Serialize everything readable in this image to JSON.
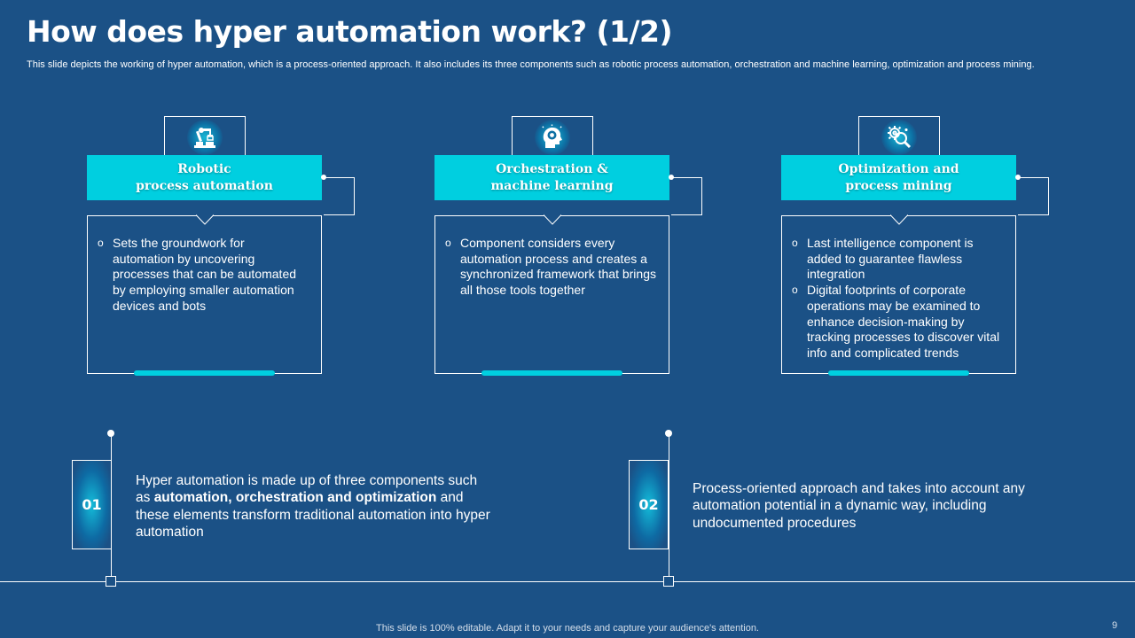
{
  "title": "How does hyper automation work? (1/2)",
  "subtitle": "This slide depicts the working of hyper automation, which is a process-oriented approach. It also includes its three components such as robotic process automation, orchestration and machine learning, optimization and process mining.",
  "cards": [
    {
      "icon": "robot-arm-icon",
      "heading_line1": "Robotic",
      "heading_line2": "process automation",
      "bullets": [
        "Sets the groundwork for automation by uncovering processes that can be automated by employing smaller automation devices and bots"
      ]
    },
    {
      "icon": "brain-gear-head-icon",
      "heading_line1": "Orchestration &",
      "heading_line2": "machine learning",
      "bullets": [
        "Component considers every automation process and creates a synchronized framework that brings all those tools together"
      ]
    },
    {
      "icon": "gears-magnifier-icon",
      "heading_line1": "Optimization and",
      "heading_line2": "process mining",
      "bullets": [
        "Last intelligence component is added to guarantee flawless integration",
        "Digital footprints of corporate operations may be examined to enhance decision-making by tracking processes to discover vital info and complicated trends"
      ]
    }
  ],
  "points": [
    {
      "number": "01",
      "text_before": "Hyper automation is made up of three components such as ",
      "text_bold": "automation, orchestration and optimization",
      "text_after": " and these elements transform traditional automation into hyper automation"
    },
    {
      "number": "02",
      "text": "Process-oriented approach and takes into account any automation potential in a dynamic way, including undocumented procedures"
    }
  ],
  "footer": "This slide is 100% editable. Adapt it to your needs and capture your audience's attention.",
  "page_number": "9",
  "colors": {
    "background": "#1b5186",
    "accent": "#00cfe0",
    "text": "#ffffff"
  }
}
